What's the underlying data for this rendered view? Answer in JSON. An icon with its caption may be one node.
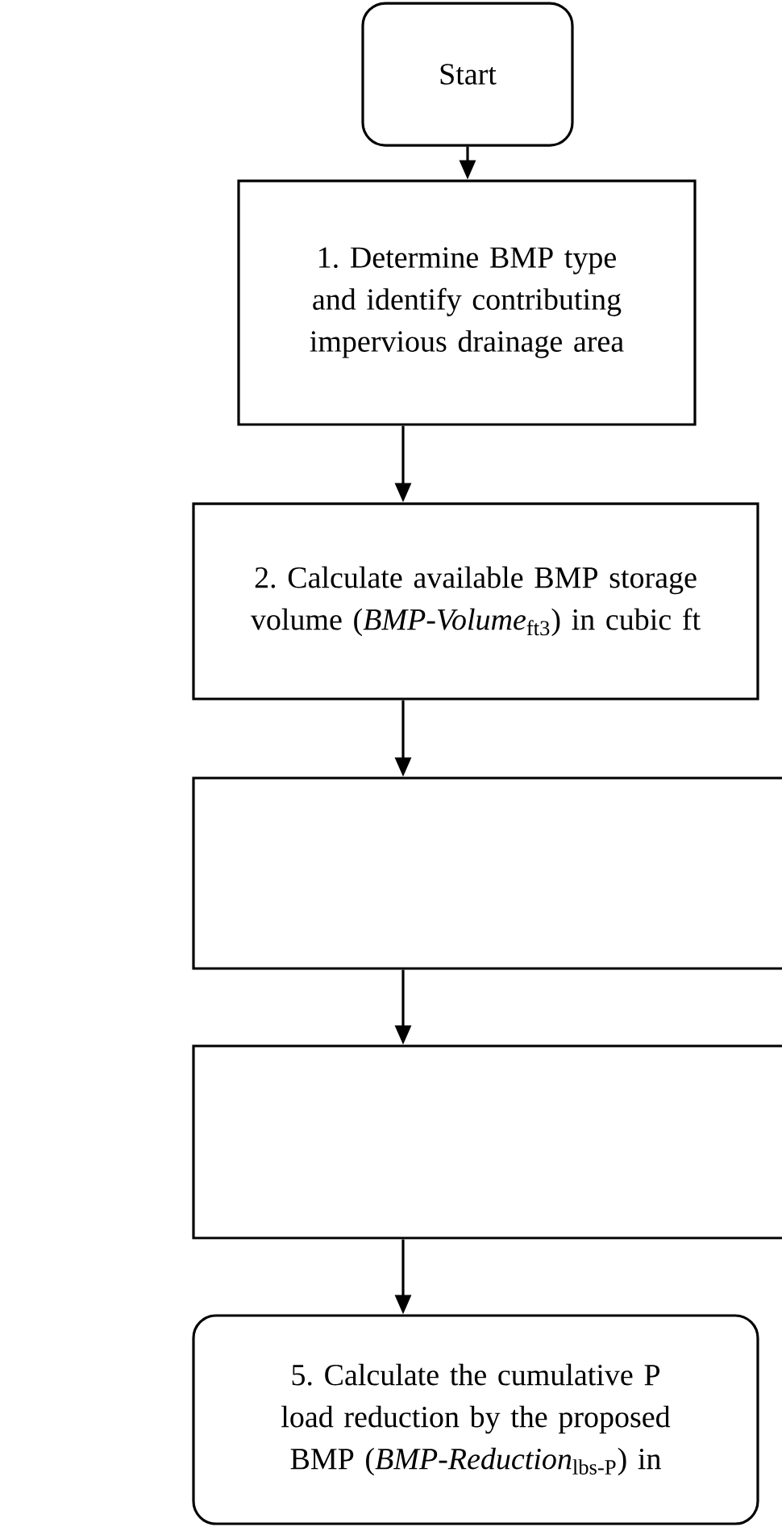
{
  "diagram": {
    "nodes": [
      {
        "text": [
          "Start"
        ]
      },
      {
        "text": [
          "1. Determine BMP type and identify contributing impervious drainage area"
        ]
      },
      {
        "text": [
          "2. Calculate available BMP storage volume (*BMP-Volume*$_{ft3}$) in cubic ft"
        ]
      },
      {
        "text": [],
        "shape": "box"
      },
      {
        "text": [],
        "shape": "box"
      },
      {
        "text": [
          "5. Calculate the cumulative P load reduction by the proposed BMP (*BMP-Reduction*$_{lbs-P}$) in"
        ]
      }
    ],
    "edges": [
      {
        "from": 0,
        "to": 1,
        "arrow": "to"
      },
      {
        "from": 1,
        "to": 2,
        "arrow": "to"
      },
      {
        "from": 2,
        "to": 3,
        "arrow": "to"
      },
      {
        "from": 3,
        "to": 4,
        "arrow": "to"
      },
      {
        "from": 4,
        "to": 5,
        "arrow": "to"
      }
    ]
  }
}
